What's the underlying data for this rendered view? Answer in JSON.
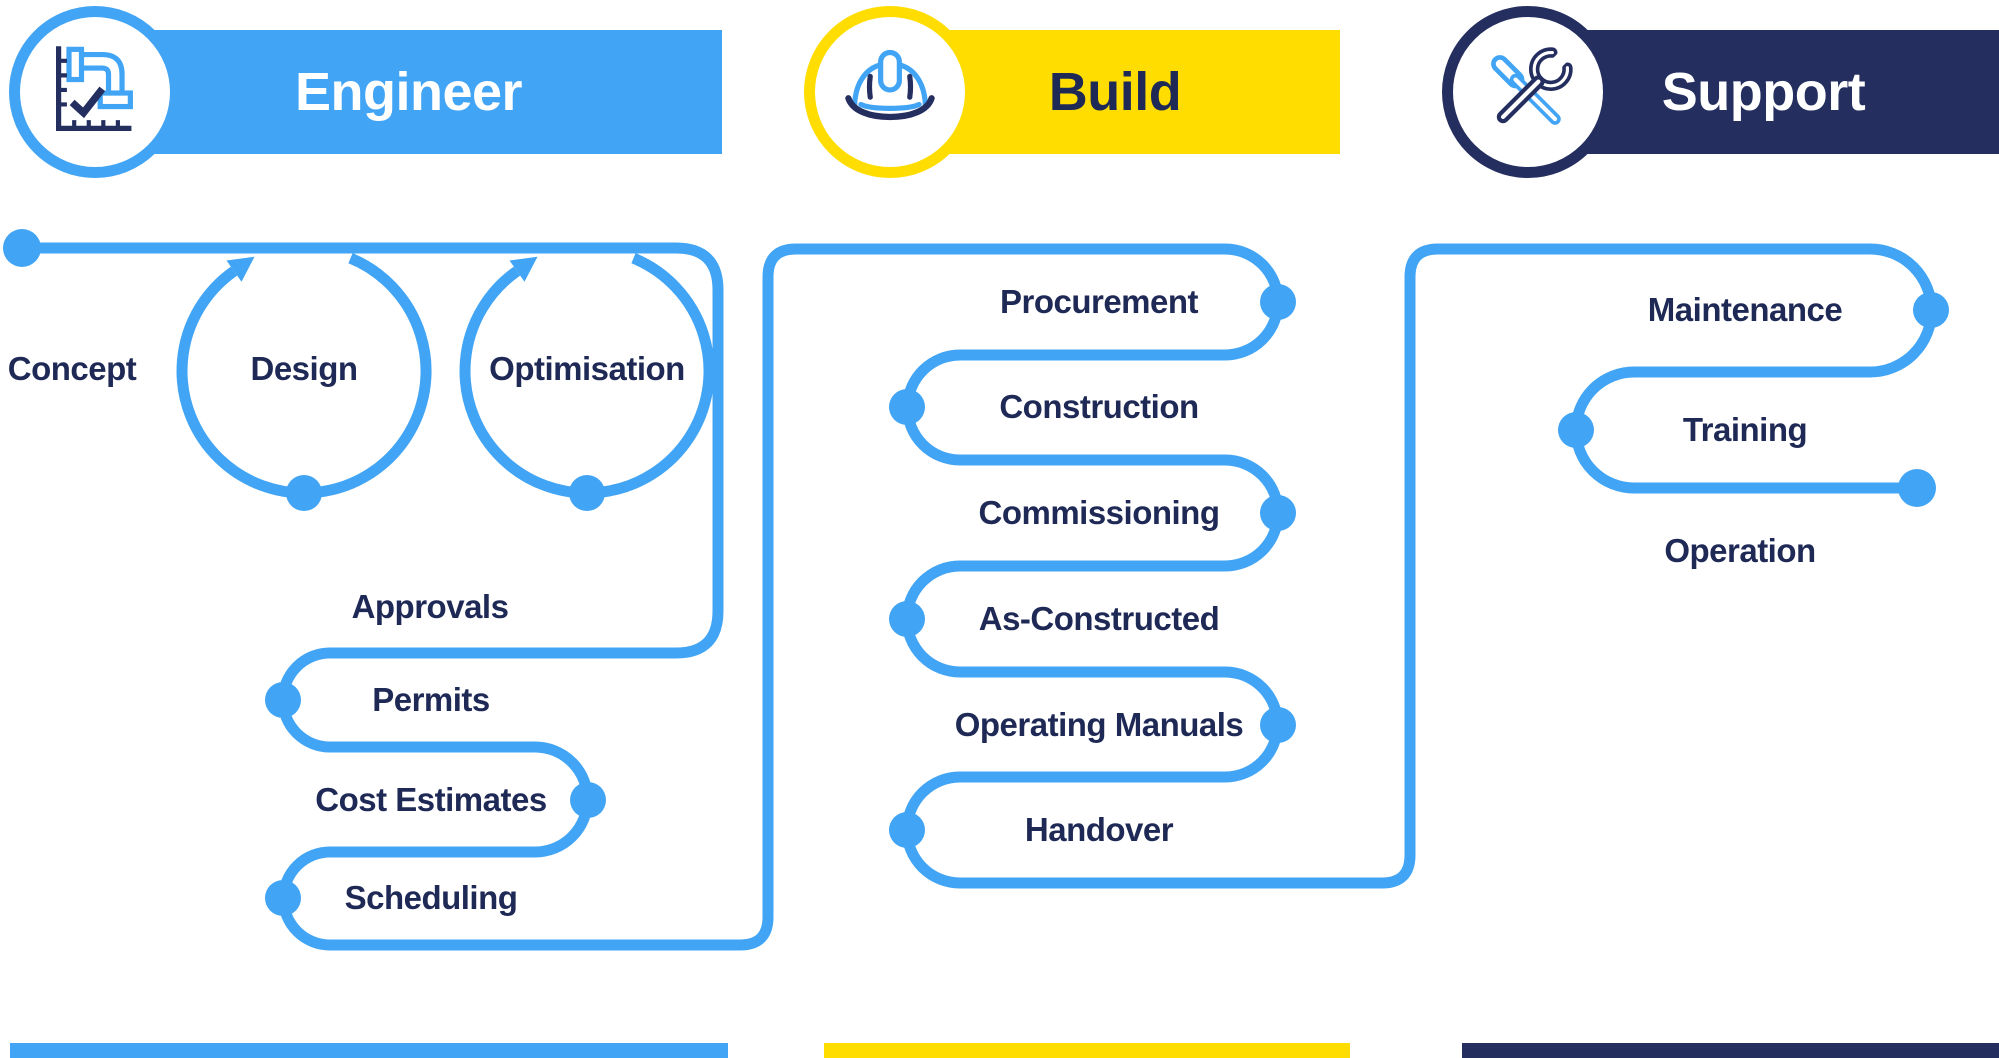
{
  "sections": {
    "engineer": {
      "title": "Engineer",
      "steps": {
        "concept": "Concept",
        "design": "Design",
        "optimisation": "Optimisation",
        "approvals": "Approvals",
        "permits": "Permits",
        "cost_estimates": "Cost Estimates",
        "scheduling": "Scheduling"
      }
    },
    "build": {
      "title": "Build",
      "steps": {
        "procurement": "Procurement",
        "construction": "Construction",
        "commissioning": "Commissioning",
        "as_constructed": "As-Constructed",
        "operating_manuals": "Operating Manuals",
        "handover": "Handover"
      }
    },
    "support": {
      "title": "Support",
      "steps": {
        "maintenance": "Maintenance",
        "training": "Training",
        "operation": "Operation"
      }
    }
  },
  "icons": {
    "engineer": "pipe-design-check-icon",
    "build": "hard-hat-icon",
    "support": "screwdriver-wrench-icon"
  },
  "colors": {
    "blue": "#41A4F4",
    "yellow": "#FFDD00",
    "navy": "#242E5F",
    "textnavy": "#1F2956"
  }
}
